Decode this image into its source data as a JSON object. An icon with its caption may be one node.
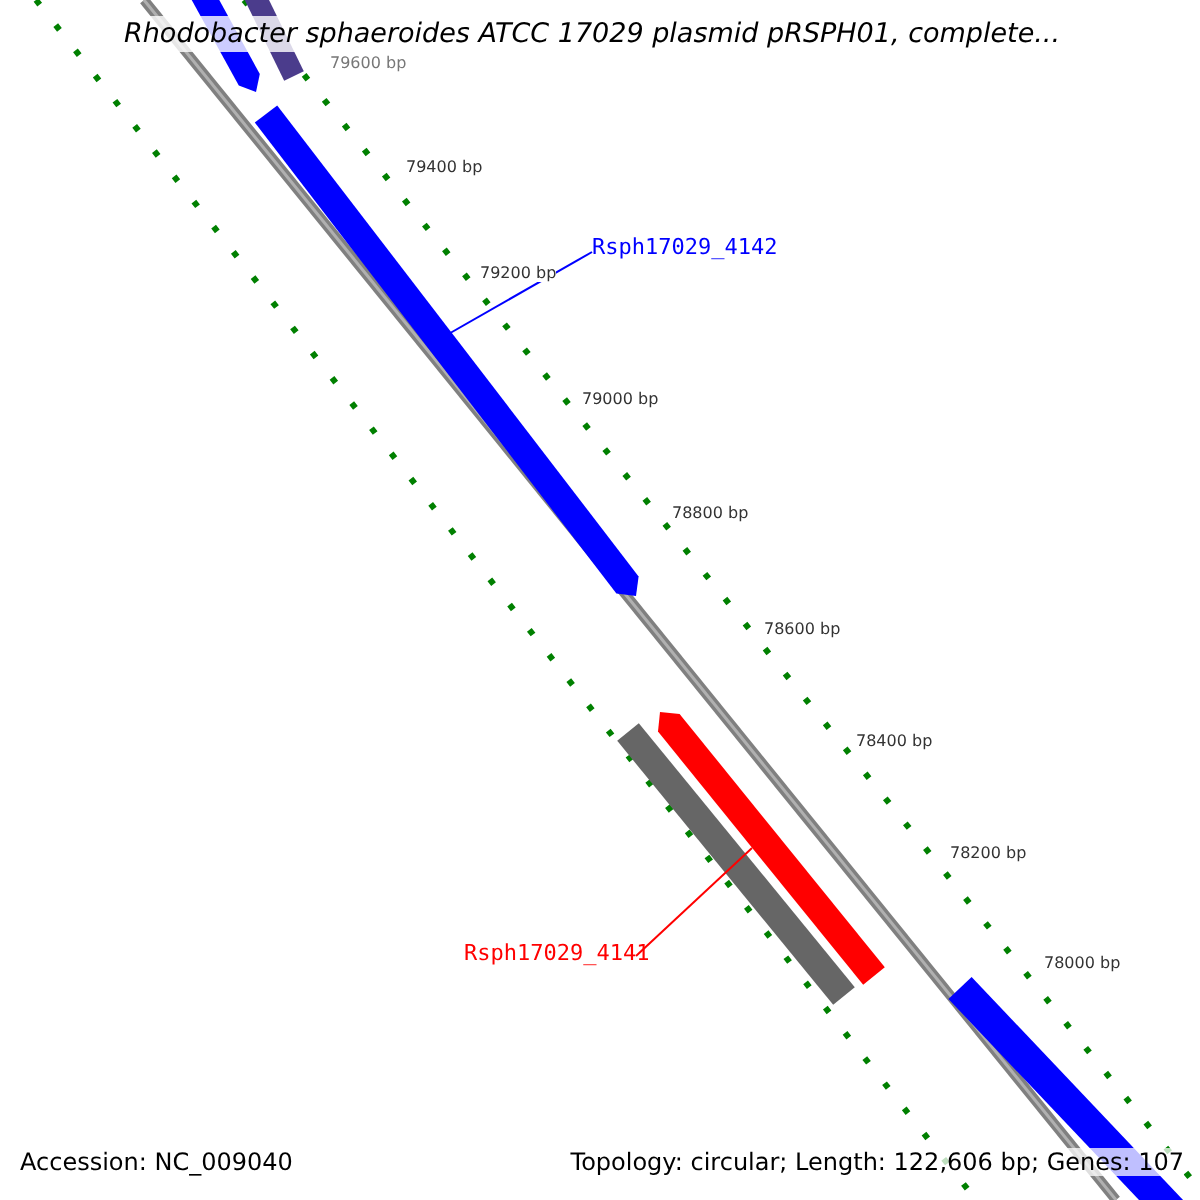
{
  "diagram": {
    "title": "Rhodobacter sphaeroides ATCC 17029 plasmid pRSPH01, complete...",
    "nodes": [
      {
        "text": [
          "Rsph17029_4142"
        ]
      },
      {
        "text": [],
        "shape": "bar"
      },
      {
        "text": [
          "Rsph17029_4141"
        ]
      },
      {
        "text": [],
        "shape": "bar"
      }
    ],
    "edges": [
      {
        "from": 0,
        "to": 1,
        "arrow": "none",
        "color": "#0000ff"
      },
      {
        "from": 2,
        "to": 3,
        "arrow": "none",
        "color": "#ff0000"
      }
    ],
    "labels": [
      "79600 bp",
      "79400 bp",
      "79200 bp",
      "79000 bp",
      "78800 bp",
      "78600 bp",
      "78400 bp",
      "78200 bp",
      "78000 bp",
      "Accession: NC_009040",
      "Topology: circular; Length: 122,606 bp; Genes: 107"
    ]
  }
}
